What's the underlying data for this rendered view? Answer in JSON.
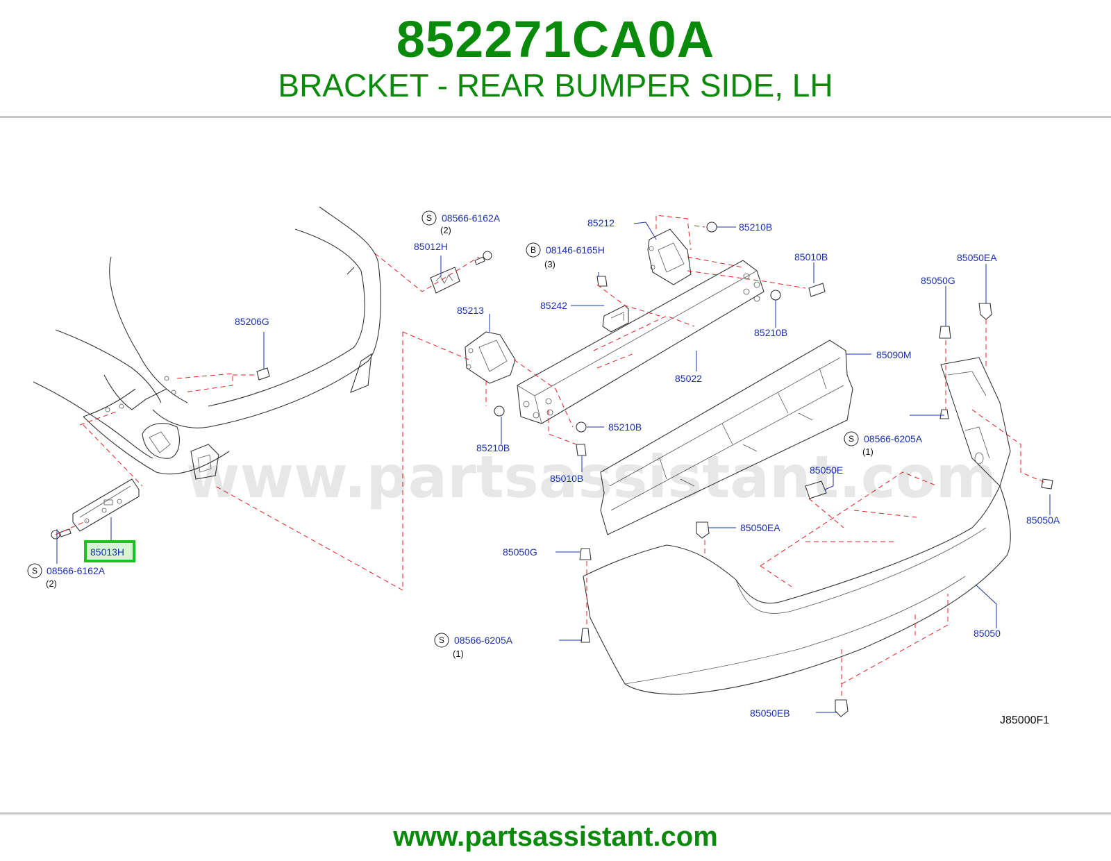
{
  "header": {
    "part_number": "852271CA0A",
    "description": "BRACKET - REAR BUMPER SIDE, LH"
  },
  "diagram": {
    "watermark": "www.partsassistant.com",
    "drawing_code": "J85000F1",
    "highlighted_part": "85013H",
    "callouts": {
      "c85013H": "85013H",
      "c08566_6162A_left": "08566-6162A",
      "c08566_6162A_left_qty": "(2)",
      "c85206G": "85206G",
      "c08566_6162A_top": "08566-6162A",
      "c08566_6162A_top_qty": "(2)",
      "c85012H": "85012H",
      "c85213": "85213",
      "c85210B_lower_left": "85210B",
      "c85212": "85212",
      "c85210B_top": "85210B",
      "c08146_6165H": "08146-6165H",
      "c08146_6165H_qty": "(3)",
      "c85242": "85242",
      "c85010B_top": "85010B",
      "c85210B_right": "85210B",
      "c85022": "85022",
      "c85210B_mid": "85210B",
      "c85010B_lower": "85010B",
      "c85090M": "85090M",
      "c85050EA_top": "85050EA",
      "c85050G_top": "85050G",
      "c08566_6205A_right": "08566-6205A",
      "c08566_6205A_right_qty": "(1)",
      "c85050E": "85050E",
      "c85050A": "85050A",
      "c85050EA_mid": "85050EA",
      "c85050G_left": "85050G",
      "c08566_6205A_left": "08566-6205A",
      "c08566_6205A_left_qty": "(1)",
      "c85050": "85050",
      "c85050EB": "85050EB"
    },
    "markers": {
      "S": "S",
      "B": "B"
    }
  },
  "footer": {
    "url": "www.partsassistant.com"
  }
}
